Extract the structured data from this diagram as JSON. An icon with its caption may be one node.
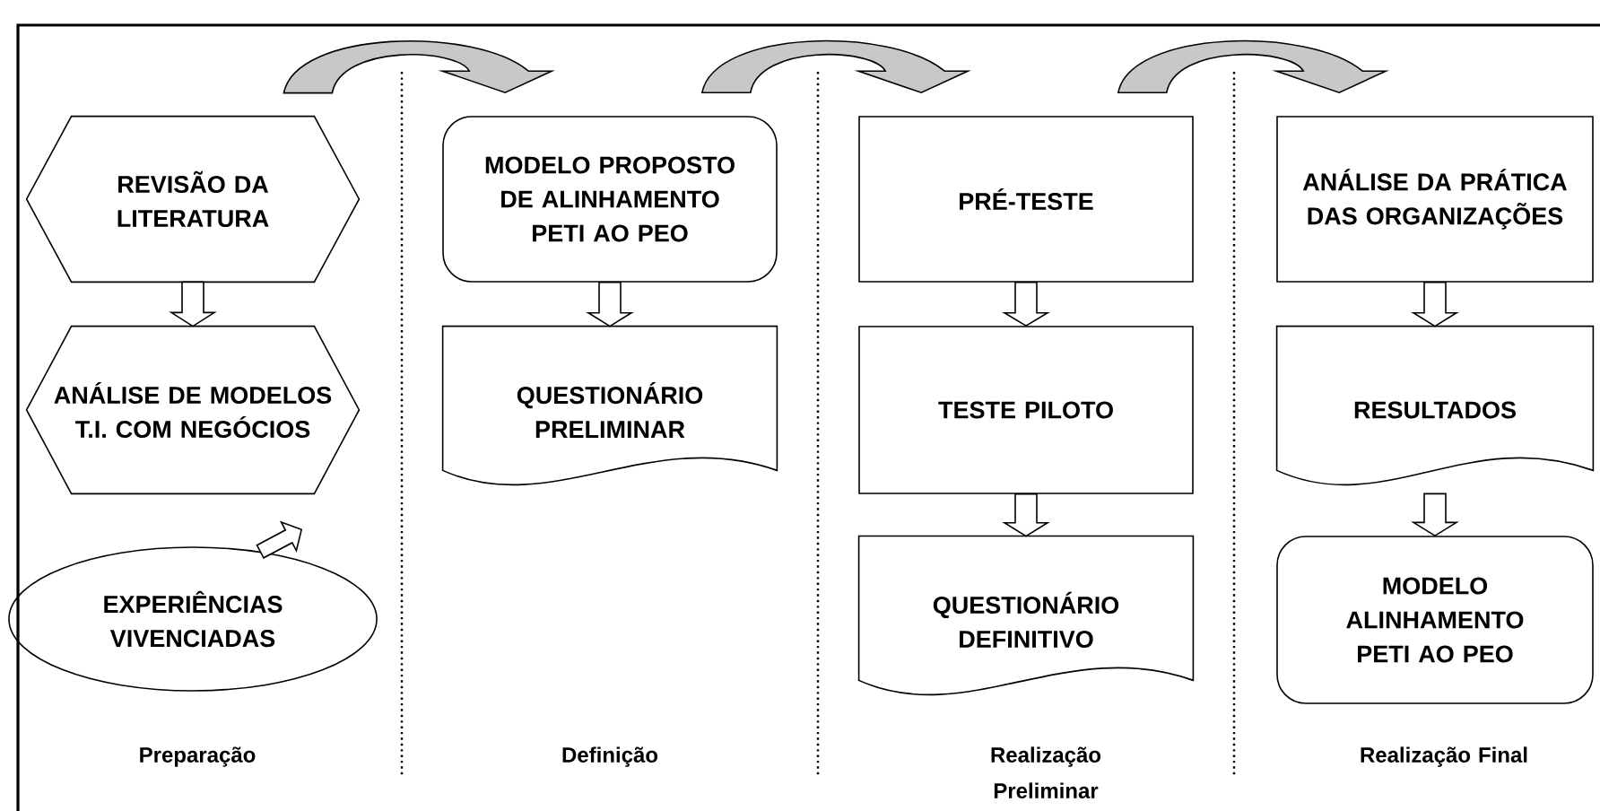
{
  "diagram": {
    "nodes": [
      {
        "text": [
          "REVISÃO DA LITERATURA"
        ]
      },
      {
        "text": [
          "ANÁLISE DE MODELOS T.I. COM NEGÓCIOS"
        ]
      },
      {
        "text": [
          "EXPERIÊNCIAS VIVENCIADAS"
        ]
      },
      {
        "text": [
          "MODELO PROPOSTO DE ALINHAMENTO PETI AO PEO"
        ]
      },
      {
        "text": [
          "QUESTIONÁRIO PRELIMINAR"
        ]
      },
      {
        "text": [
          "PRÉ-TESTE"
        ]
      },
      {
        "text": [
          "TESTE PILOTO"
        ]
      },
      {
        "text": [
          "QUESTIONÁRIO DEFINITIVO"
        ]
      },
      {
        "text": [
          "ANÁLISE DA PRÁTICA DAS ORGANIZAÇÕES"
        ]
      },
      {
        "text": [
          "RESULTADOS"
        ]
      },
      {
        "text": [
          "MODELO ALINHAMENTO PETI AO PEO"
        ]
      }
    ],
    "edges": [
      {
        "from": 0,
        "to": 1,
        "arrow": "to"
      },
      {
        "from": 2,
        "to": null,
        "arrow": "to"
      },
      {
        "from": 3,
        "to": 4,
        "arrow": "to"
      },
      {
        "from": 5,
        "to": 6,
        "arrow": "to"
      },
      {
        "from": 6,
        "to": 7,
        "arrow": "to"
      },
      {
        "from": 8,
        "to": 9,
        "arrow": "to"
      },
      {
        "from": 9,
        "to": 10,
        "arrow": "to"
      },
      {
        "from": 0,
        "to": 3,
        "arrow": "to",
        "color": "#c8c8c8"
      },
      {
        "from": 3,
        "to": 5,
        "arrow": "to",
        "color": "#c8c8c8"
      },
      {
        "from": 5,
        "to": 8,
        "arrow": "to",
        "color": "#c8c8c8"
      }
    ],
    "labels": [
      "Preparação",
      "Definição",
      "Realização Preliminar",
      "Realização Final"
    ]
  }
}
